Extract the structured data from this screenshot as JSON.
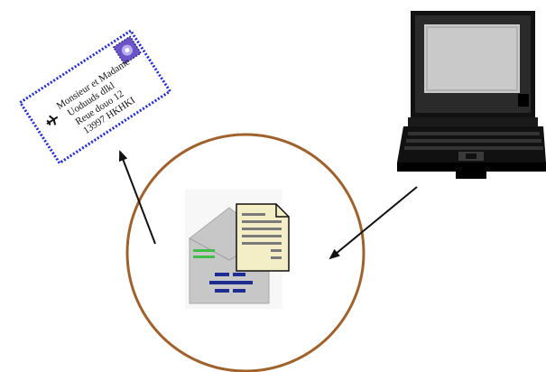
{
  "envelope": {
    "address_lines": [
      "Monsieur et Madame",
      "Uoduuds dlkl",
      "Reue douo 12",
      "13997 HKHKI"
    ],
    "border_color": "#1f2bd6",
    "stamp_color": "#6a54c8",
    "icons": [
      "airplane-icon",
      "postage-stamp-icon"
    ]
  },
  "computer": {
    "icon": "laptop-computer-icon",
    "screen_color": "#c9c9c9",
    "body_color": "#111111"
  },
  "processor": {
    "ring_color": "#a0622c",
    "icons": [
      "email-envelope-icon",
      "document-icon"
    ],
    "envelope_color": "#c7c7c7",
    "green_mark": "#3fbf4a",
    "red_mark": "#d33c3c",
    "blue_mark": "#1e2c8f",
    "document_color": "#f4eec6"
  },
  "arrows": {
    "color": "#111111",
    "flow": [
      "computer-to-processor",
      "processor-to-envelope"
    ]
  }
}
